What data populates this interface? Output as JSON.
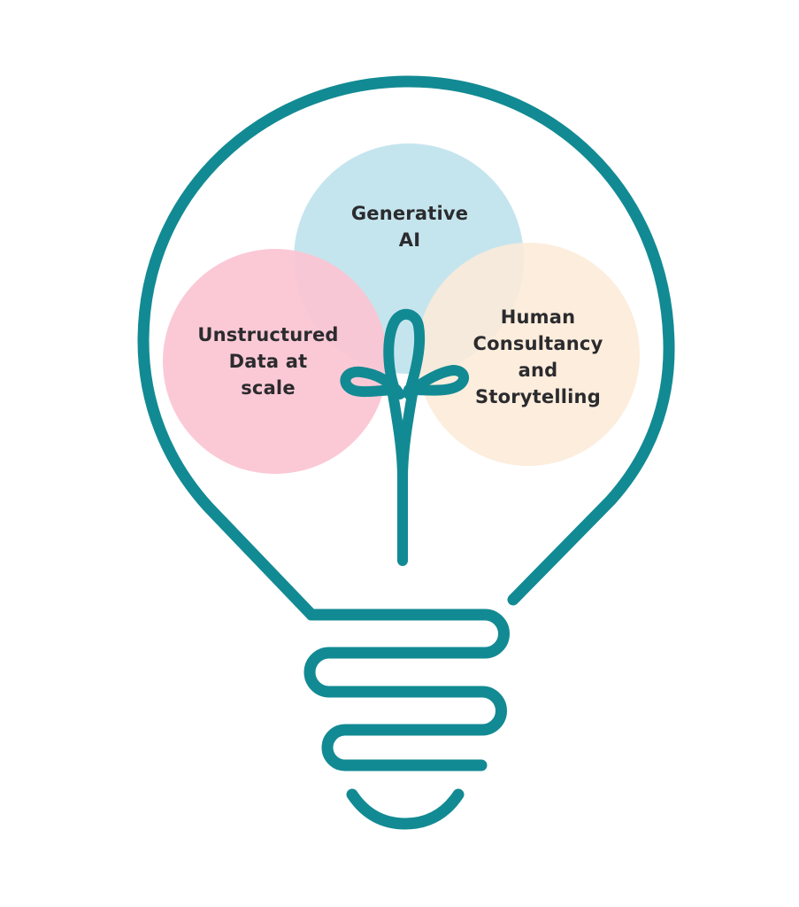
{
  "diagram": {
    "type": "lightbulb-venn",
    "colors": {
      "outline": "#128A93",
      "text": "#2B2B2E",
      "background": "#FFFFFF"
    },
    "circles": [
      {
        "id": "generative-ai",
        "lines": [
          "Generative",
          "AI"
        ],
        "fill": "#C5E5EE",
        "position": "top"
      },
      {
        "id": "unstructured-data",
        "lines": [
          "Unstructured",
          "Data at",
          "scale"
        ],
        "fill": "#FBC4D3",
        "position": "left"
      },
      {
        "id": "human-consultancy",
        "lines": [
          "Human",
          "Consultancy",
          "and",
          "Storytelling"
        ],
        "fill": "#FCEBD8",
        "position": "right"
      }
    ],
    "icons": [
      "lightbulb-outline-icon",
      "sprout-icon",
      "bulb-base-icon"
    ]
  }
}
